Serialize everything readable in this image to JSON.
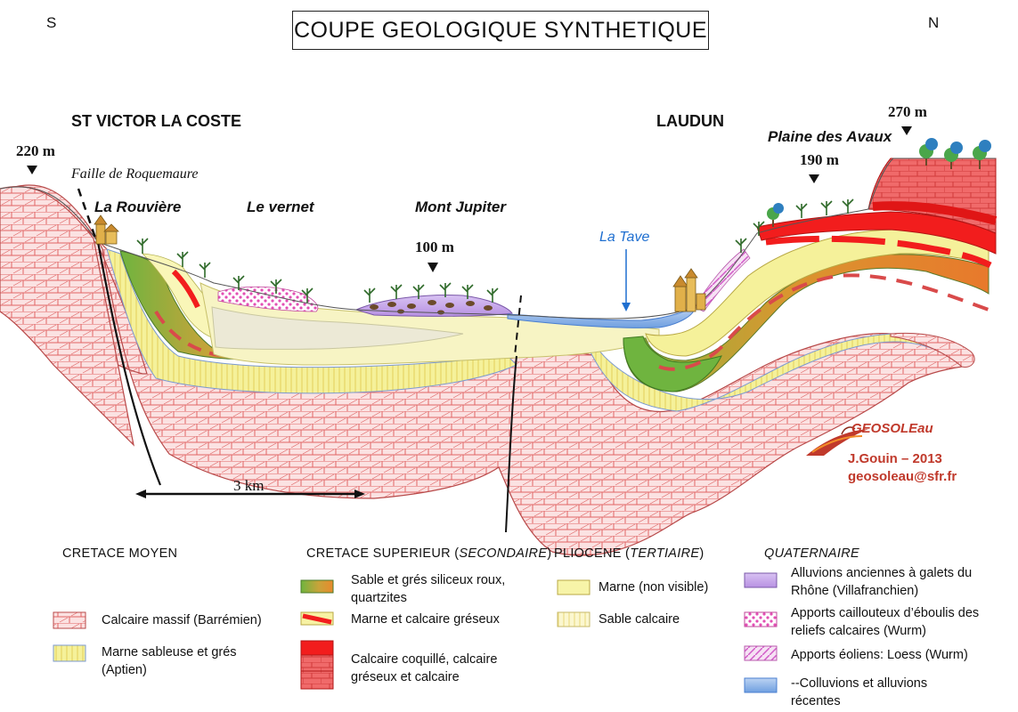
{
  "title": "COUPE GEOLOGIQUE SYNTHETIQUE",
  "orientation": {
    "left": "S",
    "right": "N"
  },
  "places": {
    "st_victor": "ST VICTOR LA COSTE",
    "laudun": "LAUDUN"
  },
  "localities": {
    "rouviere": "La Rouvière",
    "vernet": "Le vernet",
    "mont_jupiter": "Mont Jupiter",
    "plaine_avaux": "Plaine des Avaux"
  },
  "fault_label": "Faille de Roquemaure",
  "river_label": "La Tave",
  "elevations": {
    "left": "220 m",
    "center": "100 m",
    "avaux": "190 m",
    "right": "270 m"
  },
  "scale_label": "3 km",
  "credits": {
    "logo": "GEOSOLEau",
    "author": "J.Gouin – 2013",
    "email": "geosoleau@sfr.fr"
  },
  "legend": {
    "cretace_moyen": {
      "heading": "CRETACE MOYEN",
      "items": [
        {
          "label": "Calcaire massif (Barrémien)",
          "swatch": "brick"
        },
        {
          "label": "Marne sableuse et grés (Aptien)",
          "swatch": "yellow-hatch"
        }
      ]
    },
    "cretace_superieur": {
      "heading_main": "CRETACE SUPERIEUR  (",
      "heading_italic": "SECONDAIRE",
      "heading_close": ")",
      "items": [
        {
          "label": "Sable et grés siliceux roux, quartzites",
          "swatch": "green-orange"
        },
        {
          "label": "Marne et calcaire gréseux",
          "swatch": "red-dash"
        },
        {
          "label": "Calcaire coquillé, calcaire gréseux et calcaire",
          "swatch": "red-stack"
        }
      ]
    },
    "pliocene": {
      "heading_main": "PLIOCENE (",
      "heading_italic": "TERTIAIRE",
      "heading_close": ")",
      "items": [
        {
          "label": "Marne (non visible)",
          "swatch": "pale-yellow"
        },
        {
          "label": "Sable calcaire",
          "swatch": "cream-hatch"
        }
      ]
    },
    "quaternaire": {
      "heading": "QUATERNAIRE",
      "items": [
        {
          "label": "Alluvions anciennes à galets du Rhône (Villafranchien)",
          "swatch": "purple"
        },
        {
          "label": "Apports caillouteux d’éboulis des reliefs calcaires (Wurm)",
          "swatch": "pink-dots"
        },
        {
          "label": "Apports éoliens: Loess (Wurm)",
          "swatch": "pink-hatch"
        },
        {
          "label": "--Colluvions et alluvions récentes",
          "swatch": "blue"
        }
      ]
    }
  },
  "colors": {
    "brick_fill": "#fbe2e2",
    "brick_line": "#e06464",
    "aptien": "#f5f19a",
    "pliocene": "#f7f4c4",
    "green": "#6fb43f",
    "orange": "#e88a2c",
    "red": "#f21d1d",
    "purple": "#c7a6ea",
    "blue": "#8fb6ea",
    "pink": "#e34fb4"
  }
}
